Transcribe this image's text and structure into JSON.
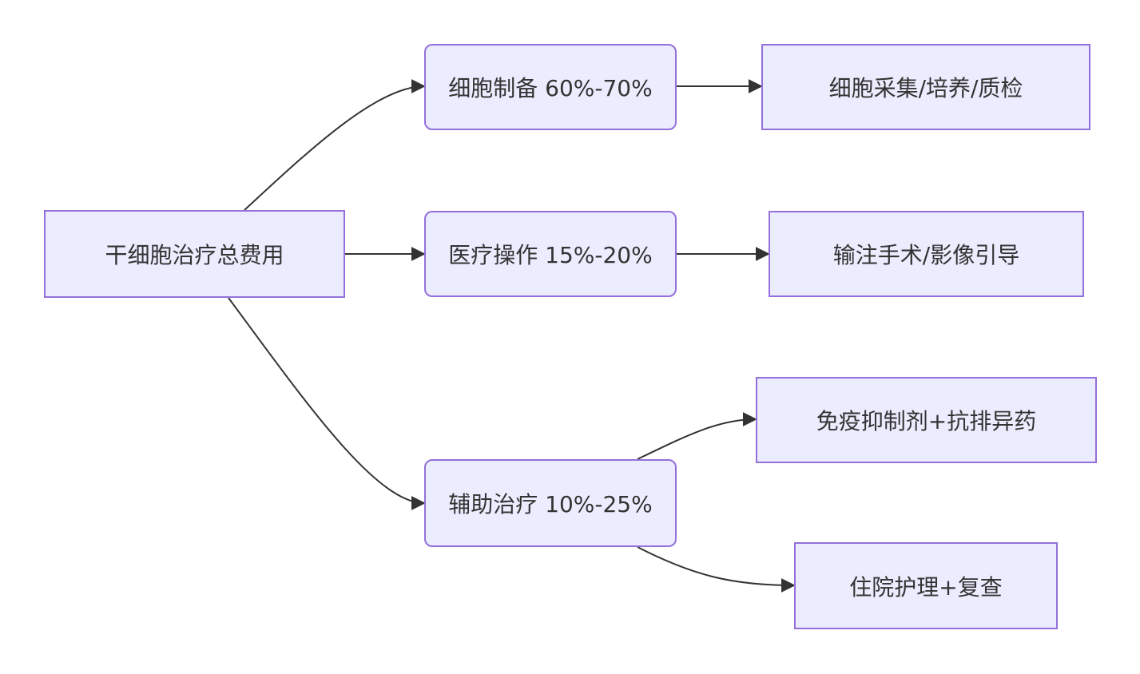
{
  "nodes": {
    "total": {
      "label": "干细胞治疗总费用"
    },
    "cell_prep": {
      "label": "细胞制备 60%-70%"
    },
    "medical_op": {
      "label": "医疗操作 15%-20%"
    },
    "adjuvant": {
      "label": "辅助治疗 10%-25%"
    },
    "cell_collect": {
      "label": "细胞采集/培养/质检"
    },
    "infusion": {
      "label": "输注手术/影像引导"
    },
    "immuno": {
      "label": "免疫抑制剂+抗排异药"
    },
    "hospital": {
      "label": "住院护理+复查"
    }
  },
  "edges": [
    {
      "from": "total",
      "to": "cell_prep"
    },
    {
      "from": "total",
      "to": "medical_op"
    },
    {
      "from": "total",
      "to": "adjuvant"
    },
    {
      "from": "cell_prep",
      "to": "cell_collect"
    },
    {
      "from": "medical_op",
      "to": "infusion"
    },
    {
      "from": "adjuvant",
      "to": "immuno"
    },
    {
      "from": "adjuvant",
      "to": "hospital"
    }
  ],
  "colors": {
    "node_fill": "#ECECFF",
    "node_border": "#9370DB",
    "edge": "#333333",
    "text": "#333333"
  }
}
